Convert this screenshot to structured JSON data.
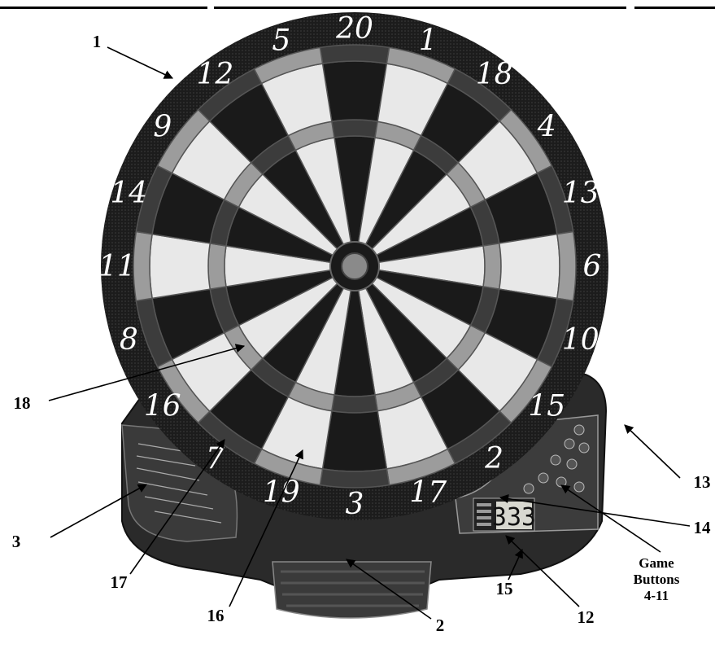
{
  "colors": {
    "board_body": "#2a2a2a",
    "ring": "#1c1c1c",
    "dark_segment": "#1a1a1a",
    "light_segment": "#e8e8e8",
    "double_dark": "#3c3c3c",
    "double_light": "#9c9c9c",
    "bull": "#8a8a8a",
    "lcd": "#d8d8d0"
  },
  "board": {
    "numbers": [
      "20",
      "1",
      "18",
      "4",
      "13",
      "6",
      "10",
      "15",
      "2",
      "17",
      "3",
      "19",
      "7",
      "16",
      "8",
      "11",
      "14",
      "9",
      "12",
      "5"
    ],
    "display_value": "333"
  },
  "callouts": {
    "c1": "1",
    "c2": "2",
    "c3": "3",
    "c12": "12",
    "c13": "13",
    "c14": "14",
    "c15": "15",
    "c16": "16",
    "c17": "17",
    "c18": "18",
    "game_buttons": [
      "Game",
      "Buttons",
      "4-11"
    ]
  }
}
